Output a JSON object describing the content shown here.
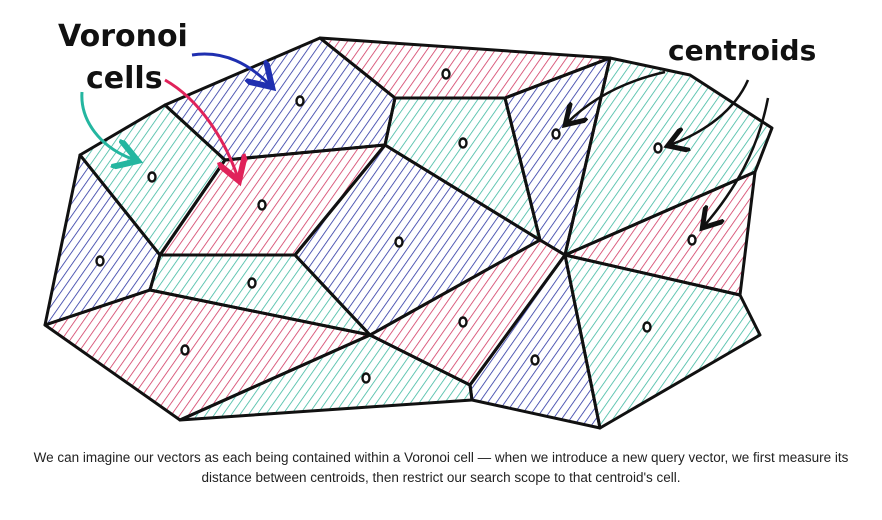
{
  "annotations": {
    "voronoi_line1": "Voronoi",
    "voronoi_line2": "cells",
    "centroids": "centroids"
  },
  "caption": "We can imagine our vectors as each being contained within a Voronoi cell — when we introduce a new query vector, we first measure its distance between centroids, then restrict our search scope to that centroid's cell.",
  "colors": {
    "blue": "#2b35a3",
    "red": "#d23a63",
    "teal": "#3fb9a1",
    "outline": "#111111",
    "arrow_blue": "#1f2fb0",
    "arrow_red": "#e0225a",
    "arrow_teal": "#24b6a0"
  }
}
